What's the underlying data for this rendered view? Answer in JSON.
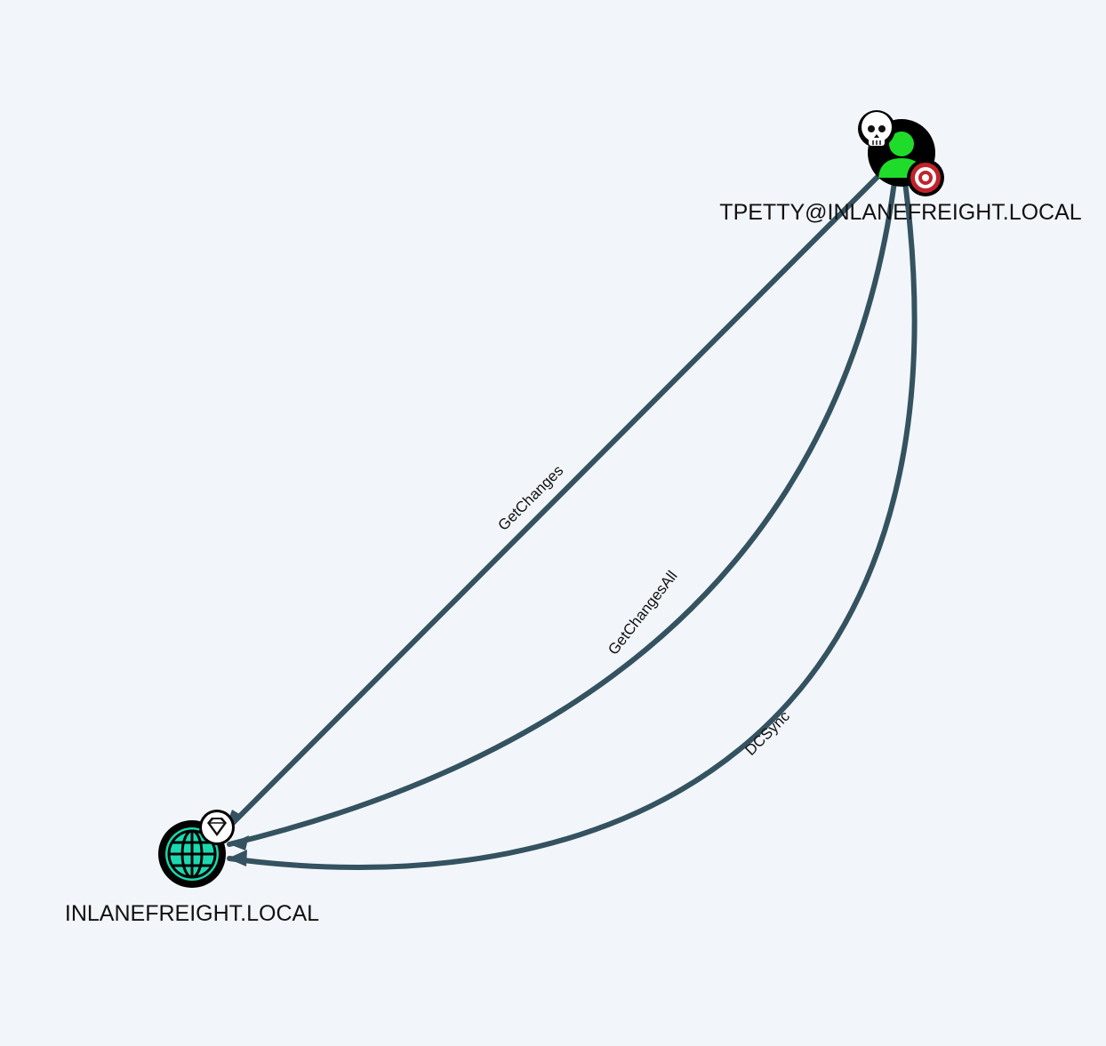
{
  "nodes": {
    "user": {
      "label": "TPETTY@INLANEFREIGHT.LOCAL",
      "type": "User",
      "icon": "user-icon",
      "badges": [
        "skull-icon",
        "target-icon"
      ],
      "colors": {
        "fill": "#1fdc2b",
        "ring": "#000000"
      }
    },
    "domain": {
      "label": "INLANEFREIGHT.LOCAL",
      "type": "Domain",
      "icon": "globe-icon",
      "badges": [
        "diamond-icon"
      ],
      "colors": {
        "fill": "#1ad9b0",
        "ring": "#000000"
      }
    }
  },
  "edges": [
    {
      "label": "GetChanges",
      "from": "user",
      "to": "domain"
    },
    {
      "label": "GetChangesAll",
      "from": "user",
      "to": "domain"
    },
    {
      "label": "DCSync",
      "from": "user",
      "to": "domain"
    }
  ],
  "colors": {
    "background": "#f2f6fb",
    "edge": "#34525f",
    "text": "#111111"
  }
}
